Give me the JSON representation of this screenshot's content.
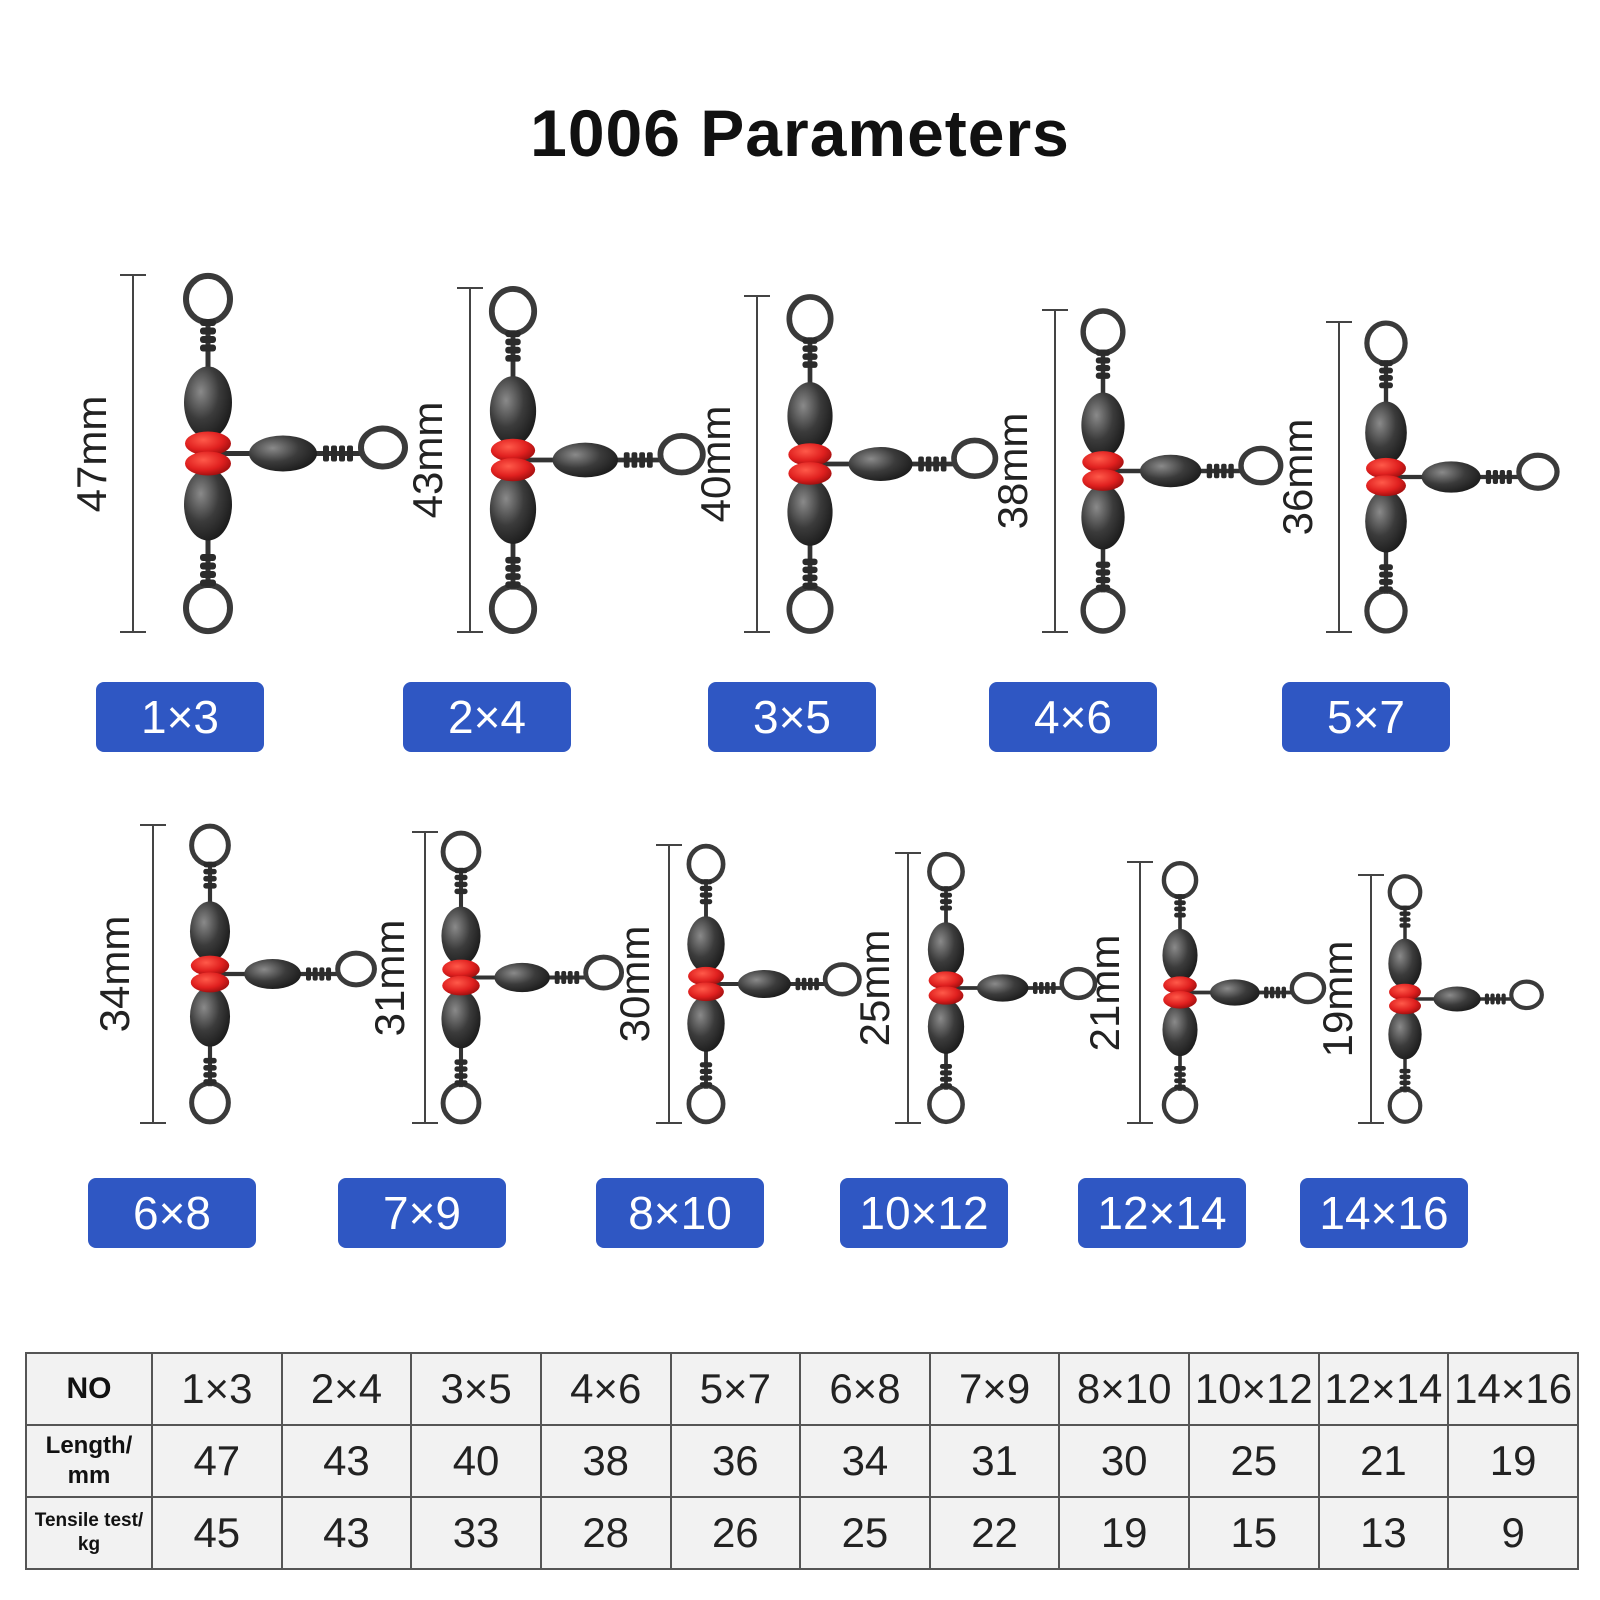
{
  "title": "1006 Parameters",
  "colors": {
    "badge": "#2f57c3",
    "bead": "#e0201f",
    "metal": "#3a3a3a"
  },
  "items": [
    {
      "size": "1×3",
      "length_label": "47mm"
    },
    {
      "size": "2×4",
      "length_label": "43mm"
    },
    {
      "size": "3×5",
      "length_label": "40mm"
    },
    {
      "size": "4×6",
      "length_label": "38mm"
    },
    {
      "size": "5×7",
      "length_label": "36mm"
    },
    {
      "size": "6×8",
      "length_label": "34mm"
    },
    {
      "size": "7×9",
      "length_label": "31mm"
    },
    {
      "size": "8×10",
      "length_label": "30mm"
    },
    {
      "size": "10×12",
      "length_label": "25mm"
    },
    {
      "size": "12×14",
      "length_label": "21mm"
    },
    {
      "size": "14×16",
      "length_label": "19mm"
    }
  ],
  "table": {
    "row_headers": [
      "NO",
      "Length/",
      "mm",
      "Tensile test/",
      "kg"
    ],
    "no": [
      "1×3",
      "2×4",
      "3×5",
      "4×6",
      "5×7",
      "6×8",
      "7×9",
      "8×10",
      "10×12",
      "12×14",
      "14×16"
    ],
    "length": [
      "47",
      "43",
      "40",
      "38",
      "36",
      "34",
      "31",
      "30",
      "25",
      "21",
      "19"
    ],
    "tensile": [
      "45",
      "43",
      "33",
      "28",
      "26",
      "25",
      "22",
      "19",
      "15",
      "13",
      "9"
    ]
  }
}
